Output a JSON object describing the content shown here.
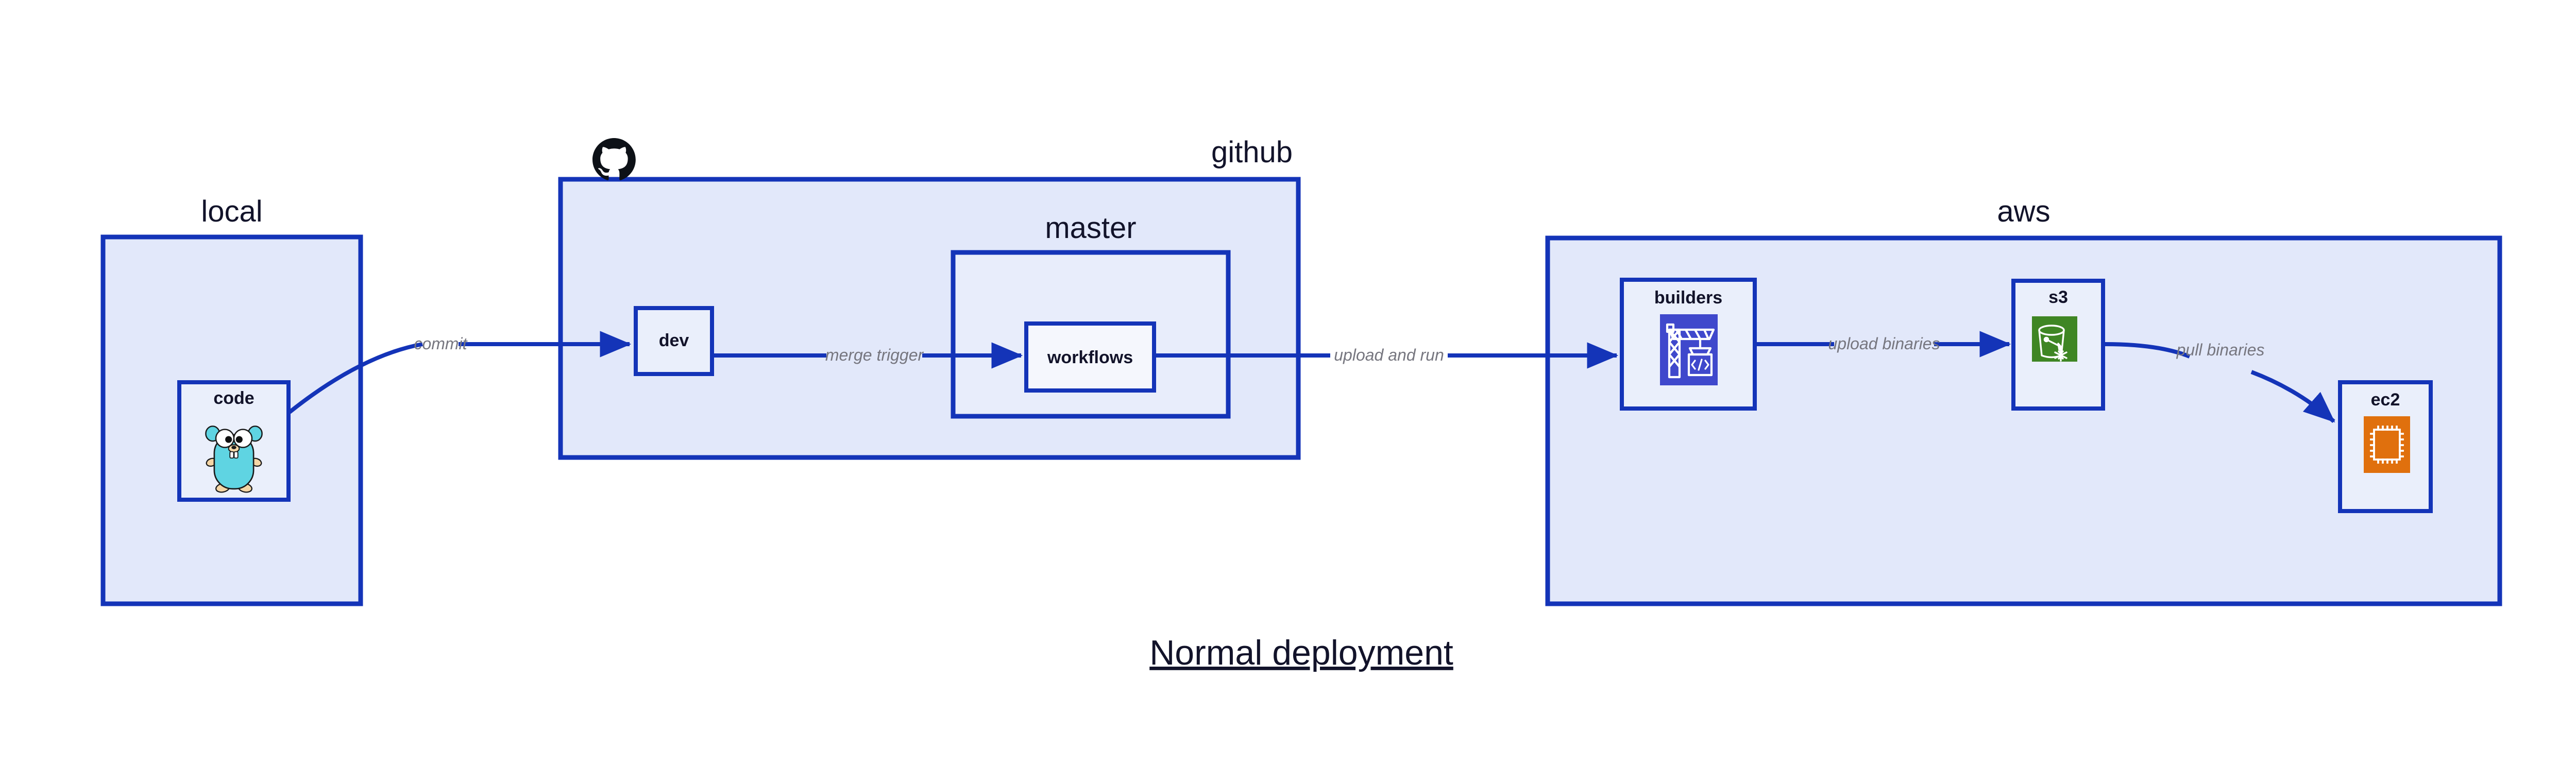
{
  "title": "Normal deployment",
  "colors": {
    "group_fill": "#e2e8fa",
    "group_stroke": "#1434b8",
    "node_fill": "#eaeffb",
    "node_alt_fill": "#f5f7fd",
    "node_stroke": "#1434b8",
    "edge_stroke": "#1434b8",
    "edge_label": "#76767f",
    "text": "#12132a",
    "codebuild_bg": "#3f48cc",
    "s3_bg": "#3f8624",
    "ec2_bg": "#e0700d",
    "gopher_body": "#5fd4e2",
    "gopher_outline": "#1a1a1a",
    "gopher_limb": "#f5d6a6",
    "github_mark": "#0d1117"
  },
  "groups": [
    {
      "id": "local",
      "label": "local"
    },
    {
      "id": "github",
      "label": "github"
    },
    {
      "id": "master",
      "label": "master"
    },
    {
      "id": "aws",
      "label": "aws"
    }
  ],
  "nodes": [
    {
      "id": "code",
      "label": "code",
      "icon": "go-gopher-icon"
    },
    {
      "id": "dev",
      "label": "dev",
      "icon": "none"
    },
    {
      "id": "workflows",
      "label": "workflows",
      "icon": "none"
    },
    {
      "id": "builders",
      "label": "builders",
      "icon": "aws-codebuild-icon"
    },
    {
      "id": "s3",
      "label": "s3",
      "icon": "aws-s3-glacier-bucket-icon"
    },
    {
      "id": "ec2",
      "label": "ec2",
      "icon": "aws-ec2-chip-icon"
    }
  ],
  "edges": [
    {
      "id": "code-to-dev",
      "label": "commit",
      "from": "code",
      "to": "dev"
    },
    {
      "id": "dev-to-workflows",
      "label": "merge trigger",
      "from": "dev",
      "to": "workflows"
    },
    {
      "id": "workflows-to-builders",
      "label": "upload and run",
      "from": "workflows",
      "to": "builders"
    },
    {
      "id": "builders-to-s3",
      "label": "upload binaries",
      "from": "builders",
      "to": "s3"
    },
    {
      "id": "s3-to-ec2",
      "label": "pull binaries",
      "from": "s3",
      "to": "ec2"
    }
  ],
  "logos": [
    {
      "id": "github-octocat",
      "name": "github-octocat-icon"
    }
  ]
}
